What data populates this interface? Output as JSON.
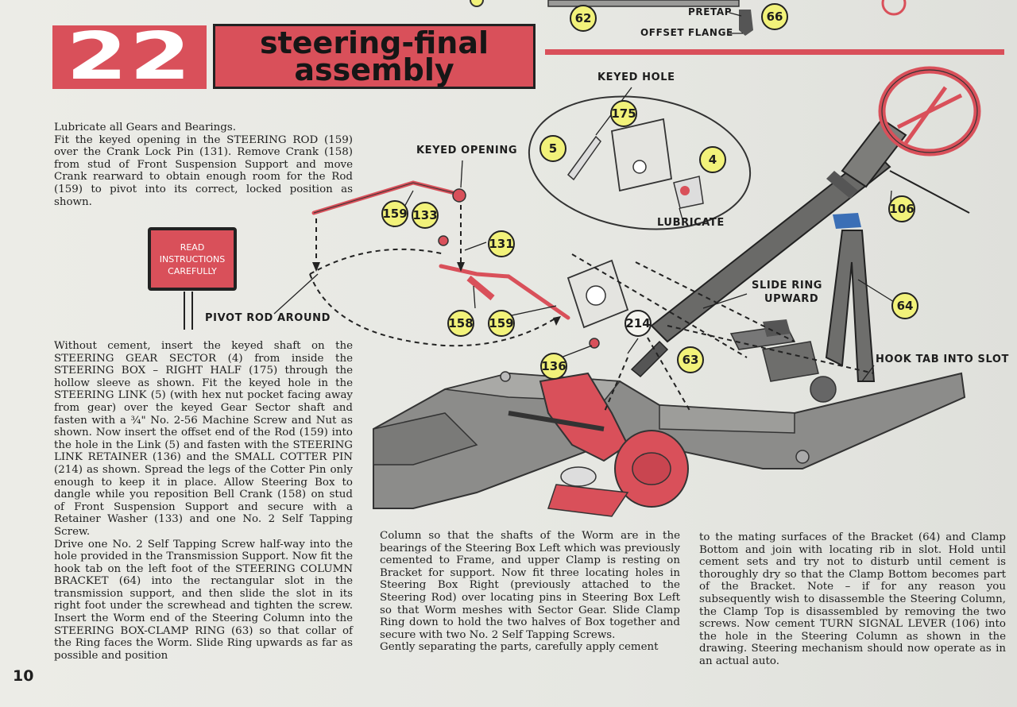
{
  "header": {
    "step_number": "22",
    "title_line1": "steering-final",
    "title_line2": "assembly"
  },
  "page_number": "10",
  "sign": {
    "text": "READ\nINSTRUCTIONS\nCAREFULLY"
  },
  "labels": {
    "keyed_opening": "KEYED OPENING",
    "keyed_hole": "KEYED HOLE",
    "lubricate": "LUBRICATE",
    "pivot_rod_around": "PIVOT ROD AROUND",
    "slide_ring_upward_1": "SLIDE RING",
    "slide_ring_upward_2": "UPWARD",
    "hook_tab_into_slot": "HOOK TAB INTO SLOT",
    "pretap": "PRETAP",
    "offset_flange": "OFFSET FLANGE"
  },
  "callouts": [
    "62",
    "66",
    "175",
    "5",
    "4",
    "106",
    "159",
    "133",
    "131",
    "158",
    "159",
    "214",
    "136",
    "63",
    "64"
  ],
  "text": {
    "para1": "Lubricate all Gears and Bearings.",
    "para2": "Fit the keyed opening in the STEERING ROD (159) over the Crank Lock Pin (131). Remove Crank (158) from stud of Front Suspension Support and move Crank rearward to obtain enough room for the Rod (159) to pivot into its correct, locked position as shown.",
    "para3": "Without cement, insert the keyed shaft on the STEERING GEAR SECTOR (4) from inside the STEERING BOX – RIGHT HALF (175) through the hollow sleeve as shown. Fit the keyed hole in the STEERING LINK (5) (with hex nut pocket facing away from gear) over the keyed Gear Sector shaft and fasten with a ¾\" No. 2-56 Machine Screw and Nut as shown. Now insert the offset end of the Rod (159) into the hole in the Link (5) and fasten with the STEERING LINK RETAINER (136) and the SMALL COTTER PIN (214) as shown. Spread the legs of the Cotter Pin only enough to keep it in place. Allow Steering Box to dangle while you reposition Bell Crank (158) on stud of Front Suspension Support and secure with a Retainer Washer (133) and one No. 2 Self Tapping Screw.",
    "para4": "Drive one No. 2 Self Tapping Screw half-way into the hole provided in the Transmission Support. Now fit the hook tab on the left foot of the STEERING COLUMN BRACKET (64) into the rectangular slot in the transmission support, and then slide the slot in its right foot under the screwhead and tighten the screw. Insert the Worm end of the Steering Column into the STEERING BOX-CLAMP RING (63) so that collar of the Ring faces the Worm. Slide Ring upwards as far as possible and position",
    "col2a": "Column so that the shafts of the Worm are in the bearings of the Steering Box Left which was previously cemented to Frame, and upper Clamp is resting on Bracket for support. Now fit three locating holes in Steering Box Right (previously attached to the Steering Rod) over locating pins in Steering Box Left so that Worm meshes with Sector Gear. Slide Clamp Ring down to hold the two halves of Box together and secure with two No. 2 Self Tapping Screws.",
    "col2b": "Gently separating the parts, carefully apply cement",
    "col3": "to the mating surfaces of the Bracket (64) and Clamp Bottom and join with locating rib in slot. Hold until cement sets and try not to disturb until cement is thoroughly dry so that the Clamp Bottom becomes part of the Bracket. Note – if for any reason you subsequently wish to disassemble the Steering Column, the Clamp Top is disassembled by removing the two screws. Now cement TURN SIGNAL LEVER (106) into the hole in the Steering Column as shown in the drawing. Steering mechanism should now operate as in an actual auto."
  },
  "colors": {
    "accent_red": "#d9505a",
    "callout_yellow": "#f2f27a",
    "frame_gray": "#8c8c8a"
  }
}
